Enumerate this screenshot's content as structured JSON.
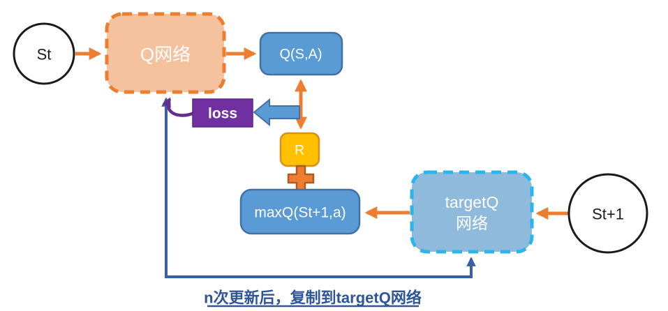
{
  "diagram": {
    "nodes": {
      "st": {
        "label": "St"
      },
      "q_network": {
        "label": "Q网络"
      },
      "qsa": {
        "label": "Q(S,A)"
      },
      "loss": {
        "label": "loss"
      },
      "reward": {
        "label": "R"
      },
      "maxq": {
        "label": "maxQ(St+1,a)"
      },
      "targetq": {
        "line1": "targetQ",
        "line2": "网络"
      },
      "st1": {
        "label": "St+1"
      }
    },
    "note": {
      "text": "n次更新后，复制到targetQ网络"
    },
    "colors": {
      "orange": "#ED7D31",
      "peach_fill": "#F5C29D",
      "blue_fill": "#5B9BD5",
      "blue_border": "#4271A6",
      "light_blue_fill": "#8FBADC",
      "cyan_border": "#2BB5EA",
      "purple": "#7030A0",
      "purple_border": "#5B2786",
      "purple_arrow": "#662D91",
      "gold_fill": "#FFC000",
      "gold_border": "#D78F1E",
      "link_blue": "#3A5FA5",
      "note_blue": "#2E5597",
      "plus_fill": "#ED7D31",
      "plus_border": "#AE5B1E",
      "circle_border": "#1A1A1A",
      "background": "#FFFFFF"
    }
  }
}
